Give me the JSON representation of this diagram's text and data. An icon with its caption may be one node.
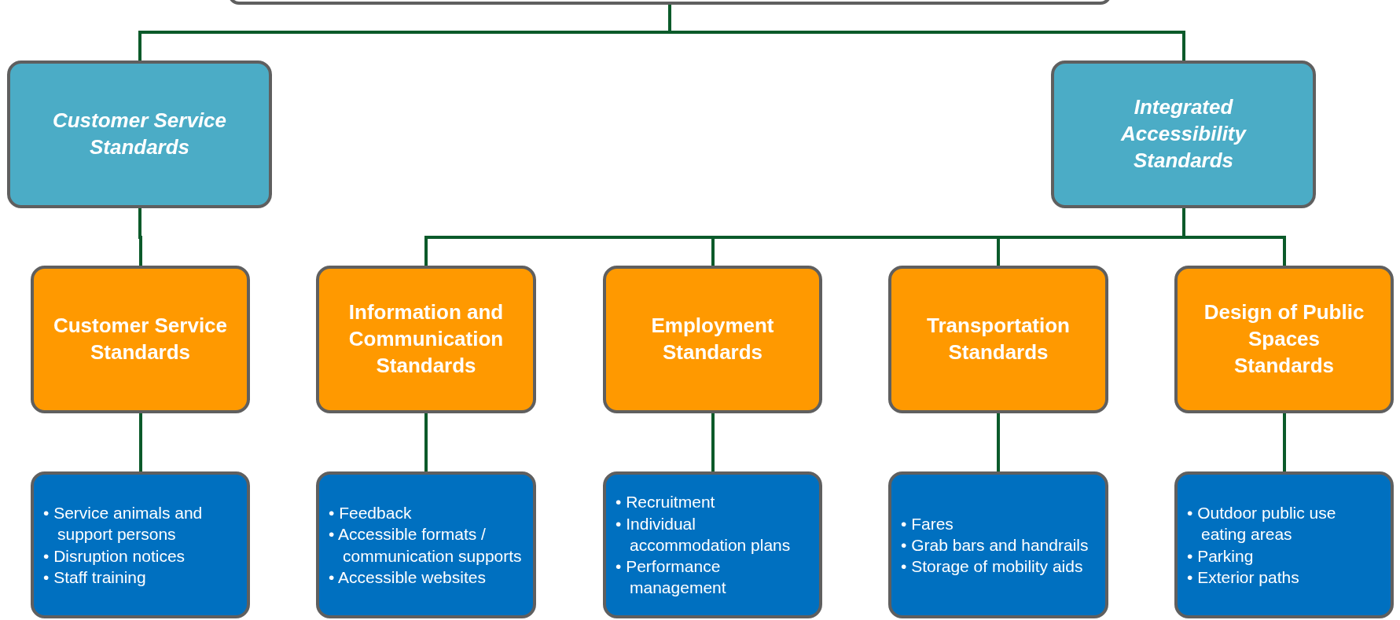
{
  "diagram": {
    "nodes": [
      {
        "text": [],
        "shape": "box"
      },
      {
        "text": [
          "Customer Service Standards"
        ]
      },
      {
        "text": [
          "Integrated Accessibility Standards"
        ]
      },
      {
        "text": [
          "Customer Service Standards"
        ]
      },
      {
        "text": [
          "Information and Communication Standards"
        ]
      },
      {
        "text": [
          "Employment Standards"
        ]
      },
      {
        "text": [
          "Transportation Standards"
        ]
      },
      {
        "text": [
          "Design of Public Spaces Standards"
        ]
      },
      {
        "text": [
          "• Service animals and support persons",
          "• Disruption notices",
          "• Staff training"
        ]
      },
      {
        "text": [
          "• Feedback",
          "• Accessible formats / communication supports",
          "• Accessible websites"
        ]
      },
      {
        "text": [
          "• Recruitment",
          "• Individual accommodation plans",
          "• Performance management"
        ]
      },
      {
        "text": [
          "• Fares",
          "• Grab bars and handrails",
          "• Storage of mobility aids"
        ]
      },
      {
        "text": [
          "• Outdoor public use eating areas",
          "• Parking",
          "• Exterior paths"
        ]
      }
    ],
    "edges": [
      {
        "from": 0,
        "to": 1,
        "arrow": "none"
      },
      {
        "from": 0,
        "to": 2,
        "arrow": "none"
      },
      {
        "from": 1,
        "to": 3,
        "arrow": "none"
      },
      {
        "from": 2,
        "to": 4,
        "arrow": "none"
      },
      {
        "from": 2,
        "to": 5,
        "arrow": "none"
      },
      {
        "from": 2,
        "to": 6,
        "arrow": "none"
      },
      {
        "from": 2,
        "to": 7,
        "arrow": "none"
      },
      {
        "from": 3,
        "to": 8,
        "arrow": "none"
      },
      {
        "from": 4,
        "to": 9,
        "arrow": "none"
      },
      {
        "from": 5,
        "to": 10,
        "arrow": "none"
      },
      {
        "from": 6,
        "to": 11,
        "arrow": "none"
      },
      {
        "from": 7,
        "to": 12,
        "arrow": "none"
      }
    ]
  }
}
